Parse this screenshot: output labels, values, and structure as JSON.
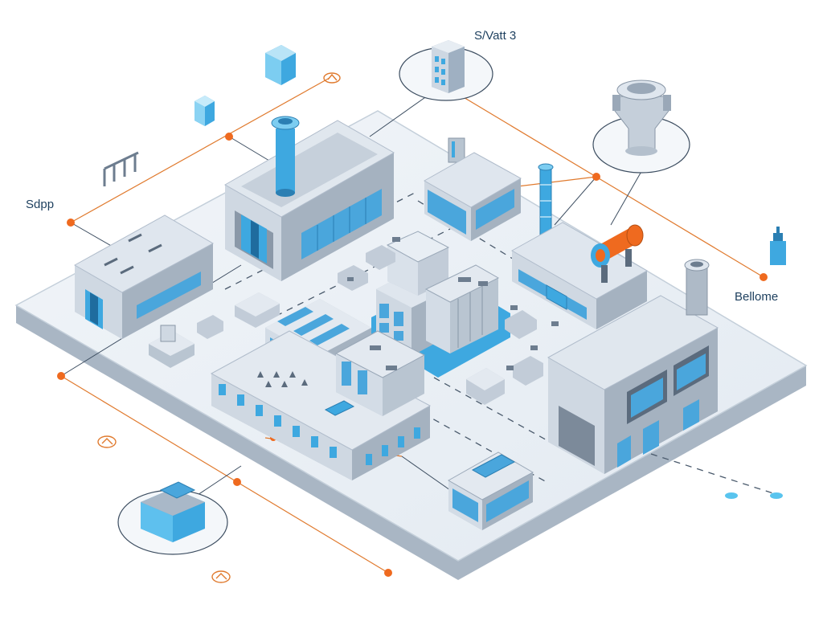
{
  "labels": {
    "top_center": "S/Vatt 3",
    "left": "Sdpp",
    "right": "Bellome"
  },
  "colors": {
    "connector_line": "#e07a2e",
    "connector_dot": "#ef6a1f",
    "accent_blue": "#3ea8e0",
    "window_blue": "#4aa6dc",
    "wall_light": "#dfe6ee",
    "wall_mid": "#b7c3d0",
    "wall_dark": "#8896a6",
    "platform": "#e9eff5",
    "outline": "#3a4b5e",
    "label_text": "#1d3f5e"
  },
  "icons": [
    "small-building-icon",
    "cube-icon",
    "pipe-rack-icon",
    "storage-unit-icon",
    "funnel-hopper-icon",
    "gas-cylinder-icon",
    "valve-icon",
    "gauge-icon"
  ]
}
